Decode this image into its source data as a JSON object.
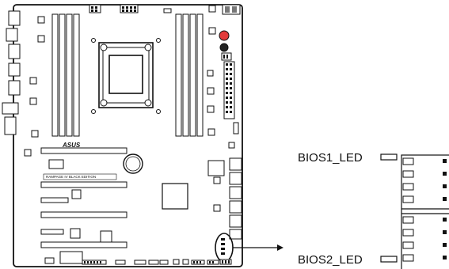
{
  "diagram": {
    "board_logo": "ASUS",
    "board_model": "RAMPAGE IV BLACK EDITION",
    "labels": {
      "bios1": "BIOS1_LED",
      "bios2": "BIOS2_LED"
    }
  }
}
